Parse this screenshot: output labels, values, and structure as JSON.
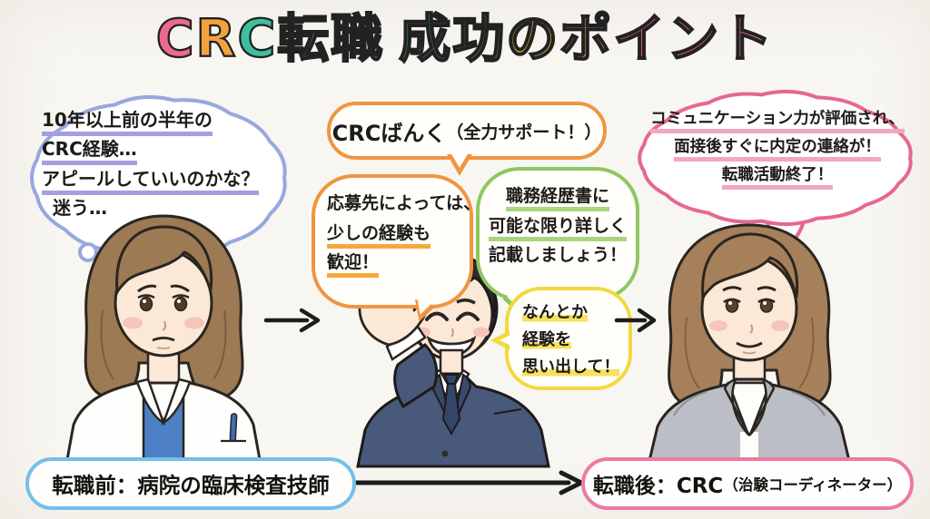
{
  "title": {
    "text": "CRC転職 成功のポイント",
    "chars": [
      {
        "ch": "C",
        "color": "#ed6a8f"
      },
      {
        "ch": "R",
        "color": "#f4a13e"
      },
      {
        "ch": "C",
        "color": "#3ec0a0"
      },
      {
        "ch": "転",
        "color": "#4b90d8"
      },
      {
        "ch": "職",
        "color": "#8c6bc7"
      },
      {
        "ch": " ",
        "color": ""
      },
      {
        "ch": "成",
        "color": "#3bbf93"
      },
      {
        "ch": "功",
        "color": "#82c445"
      },
      {
        "ch": "の",
        "color": "#f4d531"
      },
      {
        "ch": "ポ",
        "color": "#f49b3a"
      },
      {
        "ch": "イ",
        "color": "#ef5f94"
      },
      {
        "ch": "ン",
        "color": "#ef5f94"
      },
      {
        "ch": "ト",
        "color": "#ed6a8f"
      }
    ]
  },
  "left": {
    "thought": {
      "line1": "10年以上前の半年の",
      "line2": "CRC経験…",
      "line3": "アピールしていいのかな？",
      "line4": "迷う…"
    },
    "label": "転職前：病院の臨床検査技師"
  },
  "center": {
    "bubble_main": {
      "main": "CRCばんく",
      "paren": "（全力サポート！）"
    },
    "bubble_apply": {
      "line1": "応募先によっては、",
      "line2": "少しの経験も",
      "line3": "歓迎！"
    },
    "bubble_resume": {
      "line1": "職務経歴書に",
      "line2": "可能な限り詳しく",
      "line3": "記載しましょう！"
    },
    "bubble_remember": {
      "line1": "なんとか",
      "line2": "経験を",
      "line3": "思い出して！"
    }
  },
  "right": {
    "bubble": {
      "line1": "コミュニケーション力が評価され、",
      "line2": "面接後すぐに内定の連絡が！",
      "line3": "転職活動終了！"
    },
    "label_main": "転職後：CRC",
    "label_paren": "（治験コーディネーター）"
  },
  "colors": {
    "bubble_orange": "#f0953f",
    "bubble_green": "#8fc661",
    "bubble_yellow": "#f2d93d",
    "bubble_pink": "#e5688e",
    "cloud_blue": "#98a8de",
    "underline_purple": "#a89ddf",
    "underline_orange": "#f5a93c",
    "underline_green": "#abd47f",
    "underline_pink": "#f3a6bd",
    "highlight_yellow": "#f7e15e",
    "pill_blue": "#74bfe8",
    "pill_pink": "#ec7aa2"
  }
}
